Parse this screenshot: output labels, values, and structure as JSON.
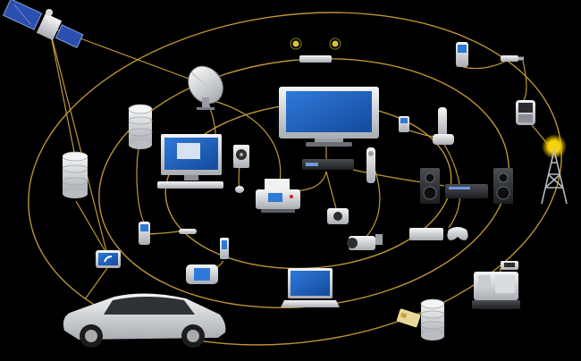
{
  "diagram": {
    "background": "#000000",
    "connection_color": "#c9a03a",
    "screen_color": "#1f62c6",
    "device_color": "#e6e8ea",
    "devices": [
      {
        "id": "satellite",
        "icon": "satellite-icon"
      },
      {
        "id": "satellite-dish",
        "icon": "satellite-dish-icon"
      },
      {
        "id": "wifi-router",
        "icon": "wifi-router-icon"
      },
      {
        "id": "flat-panel-tv",
        "icon": "flat-panel-tv-icon"
      },
      {
        "id": "desktop-computer",
        "icon": "desktop-computer-icon"
      },
      {
        "id": "database-top",
        "icon": "database-icon"
      },
      {
        "id": "database-left",
        "icon": "database-icon"
      },
      {
        "id": "database-bottom",
        "icon": "database-icon"
      },
      {
        "id": "external-hard-drive",
        "icon": "hard-drive-icon"
      },
      {
        "id": "printer",
        "icon": "printer-icon"
      },
      {
        "id": "set-top-box",
        "icon": "set-top-box-icon"
      },
      {
        "id": "remote-control",
        "icon": "remote-control-icon"
      },
      {
        "id": "digital-camera",
        "icon": "camera-icon"
      },
      {
        "id": "camcorder",
        "icon": "camcorder-icon"
      },
      {
        "id": "game-console",
        "icon": "game-console-icon"
      },
      {
        "id": "stereo-system",
        "icon": "stereo-speakers-icon"
      },
      {
        "id": "cordless-phone",
        "icon": "cordless-phone-icon"
      },
      {
        "id": "mp3-player",
        "icon": "mp3-player-icon"
      },
      {
        "id": "mobile-phone",
        "icon": "mobile-phone-icon"
      },
      {
        "id": "smartphone",
        "icon": "smartphone-icon"
      },
      {
        "id": "usb-stick",
        "icon": "usb-stick-icon"
      },
      {
        "id": "cell-tower",
        "icon": "cell-tower-icon"
      },
      {
        "id": "gps-navigator",
        "icon": "gps-navigator-icon"
      },
      {
        "id": "feature-phone",
        "icon": "mobile-phone-icon"
      },
      {
        "id": "bluetooth-headset",
        "icon": "headset-icon"
      },
      {
        "id": "pda",
        "icon": "pda-icon"
      },
      {
        "id": "handheld-game",
        "icon": "handheld-game-icon"
      },
      {
        "id": "laptop",
        "icon": "laptop-icon"
      },
      {
        "id": "cash-register",
        "icon": "cash-register-icon"
      },
      {
        "id": "credit-card",
        "icon": "credit-card-icon"
      },
      {
        "id": "car",
        "icon": "car-icon"
      }
    ]
  }
}
